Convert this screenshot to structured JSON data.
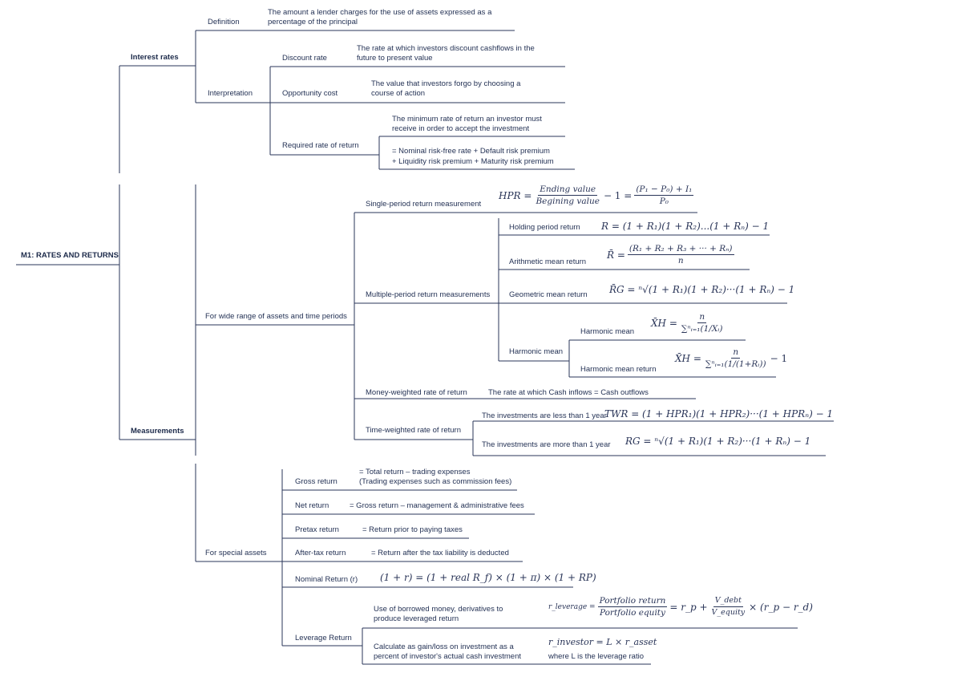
{
  "root": "M1: RATES AND RETURNS",
  "interest_rates": {
    "label": "Interest rates",
    "definition_label": "Definition",
    "definition_text_1": "The amount a lender charges for the use of assets expressed as a",
    "definition_text_2": "percentage of the principal",
    "interpretation_label": "Interpretation",
    "discount_rate_label": "Discount rate",
    "discount_rate_text_1": "The rate at which investors discount cashflows in the",
    "discount_rate_text_2": "future to present value",
    "opportunity_cost_label": "Opportunity cost",
    "opportunity_cost_text_1": "The value  that investors forgo by choosing a",
    "opportunity_cost_text_2": "course of action",
    "required_rate_label": "Required rate of return",
    "required_rate_text_1": "The minimum rate of return an investor must",
    "required_rate_text_2": "receive in order to accept the investment",
    "required_rate_formula_1": "= Nominal risk-free rate + Default risk premium",
    "required_rate_formula_2": "+ Liquidity risk premium + Maturity risk premium"
  },
  "measurements": {
    "label": "Measurements",
    "wide_range_label": "For wide range of assets and time periods",
    "single_period_label": "Single-period return measurement",
    "single_period_formula": {
      "lhs": "HPR =",
      "num1": "Ending value",
      "den1": "Begining value",
      "mid": "− 1 =",
      "num2": "(P₁ − P₀) + I₁",
      "den2": "P₀"
    },
    "multiple_period_label": "Multiple-period return measurements",
    "holding_period_label": "Holding period return",
    "holding_period_formula": "R = (1 + R₁)(1 + R₂)...(1 + Rₙ) − 1",
    "arithmetic_mean_label": "Arithmetic mean return",
    "arithmetic_lhs": "R̄ =",
    "arithmetic_num": "(R₁ + R₂ + R₃ + ··· + Rₙ)",
    "arithmetic_den": "n",
    "geometric_mean_label": "Geometric mean return",
    "geometric_formula": "R̄G = ⁿ√(1 + R₁)(1 + R₂)···(1 + Rₙ) − 1",
    "harmonic_mean_parent_label": "Harmonic mean",
    "harmonic_mean_label": "Harmonic mean",
    "harmonic_mean_lhs": "X̄H =",
    "harmonic_mean_num": "n",
    "harmonic_mean_den": "∑ⁿᵢ₌₁(1/Xᵢ)",
    "harmonic_return_label": "Harmonic mean return",
    "harmonic_return_lhs": "X̄H =",
    "harmonic_return_num": "n",
    "harmonic_return_den": "∑ⁿᵢ₌₁(1/(1+Rᵢ))",
    "harmonic_return_tail": "− 1",
    "money_weighted_label": "Money-weighted rate of return",
    "money_weighted_text": "The rate at which Cash inflows = Cash outflows",
    "time_weighted_label": "Time-weighted rate of return",
    "time_weighted_less_label": "The investments are less than 1 year",
    "time_weighted_less_formula": "TWR = (1 + HPR₁)(1 + HPR₂)···(1 + HPRₙ) − 1",
    "time_weighted_more_label": "The investments are more than 1 year",
    "time_weighted_more_formula": "RG = ⁿ√(1 + R₁)(1 + R₂)···(1 + Rₙ) − 1"
  },
  "special_assets": {
    "label": "For special assets",
    "gross_label": "Gross return",
    "gross_text_1": "= Total return – trading expenses",
    "gross_text_2": "(Trading expenses such as commission fees)",
    "net_label": "Net return",
    "net_text": "= Gross return – management & administrative fees",
    "pretax_label": "Pretax return",
    "pretax_text": "= Return prior to paying taxes",
    "aftertax_label": "After-tax return",
    "aftertax_text": "= Return after the tax liability is deducted",
    "nominal_label": "Nominal Return (r)",
    "nominal_formula": "(1 + r) = (1 + real R_f) × (1 + π) × (1 + RP)",
    "leverage_label": "Leverage Return",
    "leverage_text_1": "Use of borrowed money, derivatives to",
    "leverage_text_2": "produce leveraged return",
    "leverage_lhs": "r_leverage =",
    "leverage_num1": "Portfolio return",
    "leverage_den1": "Portfolio equity",
    "leverage_mid": "= r_p +",
    "leverage_num2": "V_debt",
    "leverage_den2": "V_equity",
    "leverage_tail": "× (r_p − r_d)",
    "investor_text_1": "Calculate as gain/loss on investment as a",
    "investor_text_2": "percent of investor's actual cash investment",
    "investor_formula": "r_investor = L × r_asset",
    "investor_note": "where L is the leverage ratio"
  }
}
